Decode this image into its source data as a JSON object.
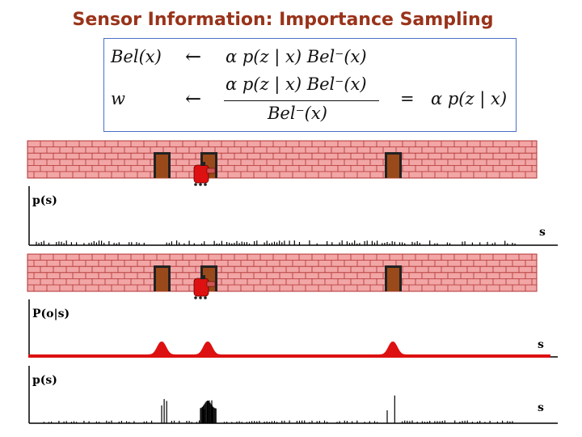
{
  "title": "Sensor Information: Importance Sampling",
  "formula": {
    "row1_lhs": "Bel(x)",
    "row1_arrow": "←",
    "row1_rhs": "α p(z | x) Bel⁻(x)",
    "row2_lhs": "w",
    "row2_arrow": "←",
    "row2_num": "α p(z | x) Bel⁻(x)",
    "row2_den": "Bel⁻(x)",
    "row2_eq": "=",
    "row2_rhs": "α p(z | x)"
  },
  "panels": {
    "prior_label": "p(s)",
    "prior_axis": "s",
    "likelihood_label": "P(o|s)",
    "likelihood_axis": "s",
    "posterior_label": "p(s)",
    "posterior_axis": "s"
  },
  "colors": {
    "title": "#99331a",
    "wall": "#f2a6a6",
    "brick_lines": "#b03030",
    "door": "#9a4a1a",
    "robot": "#dd1111",
    "likelihood": "#dd1111",
    "formula_border": "#4a6fc6"
  }
}
